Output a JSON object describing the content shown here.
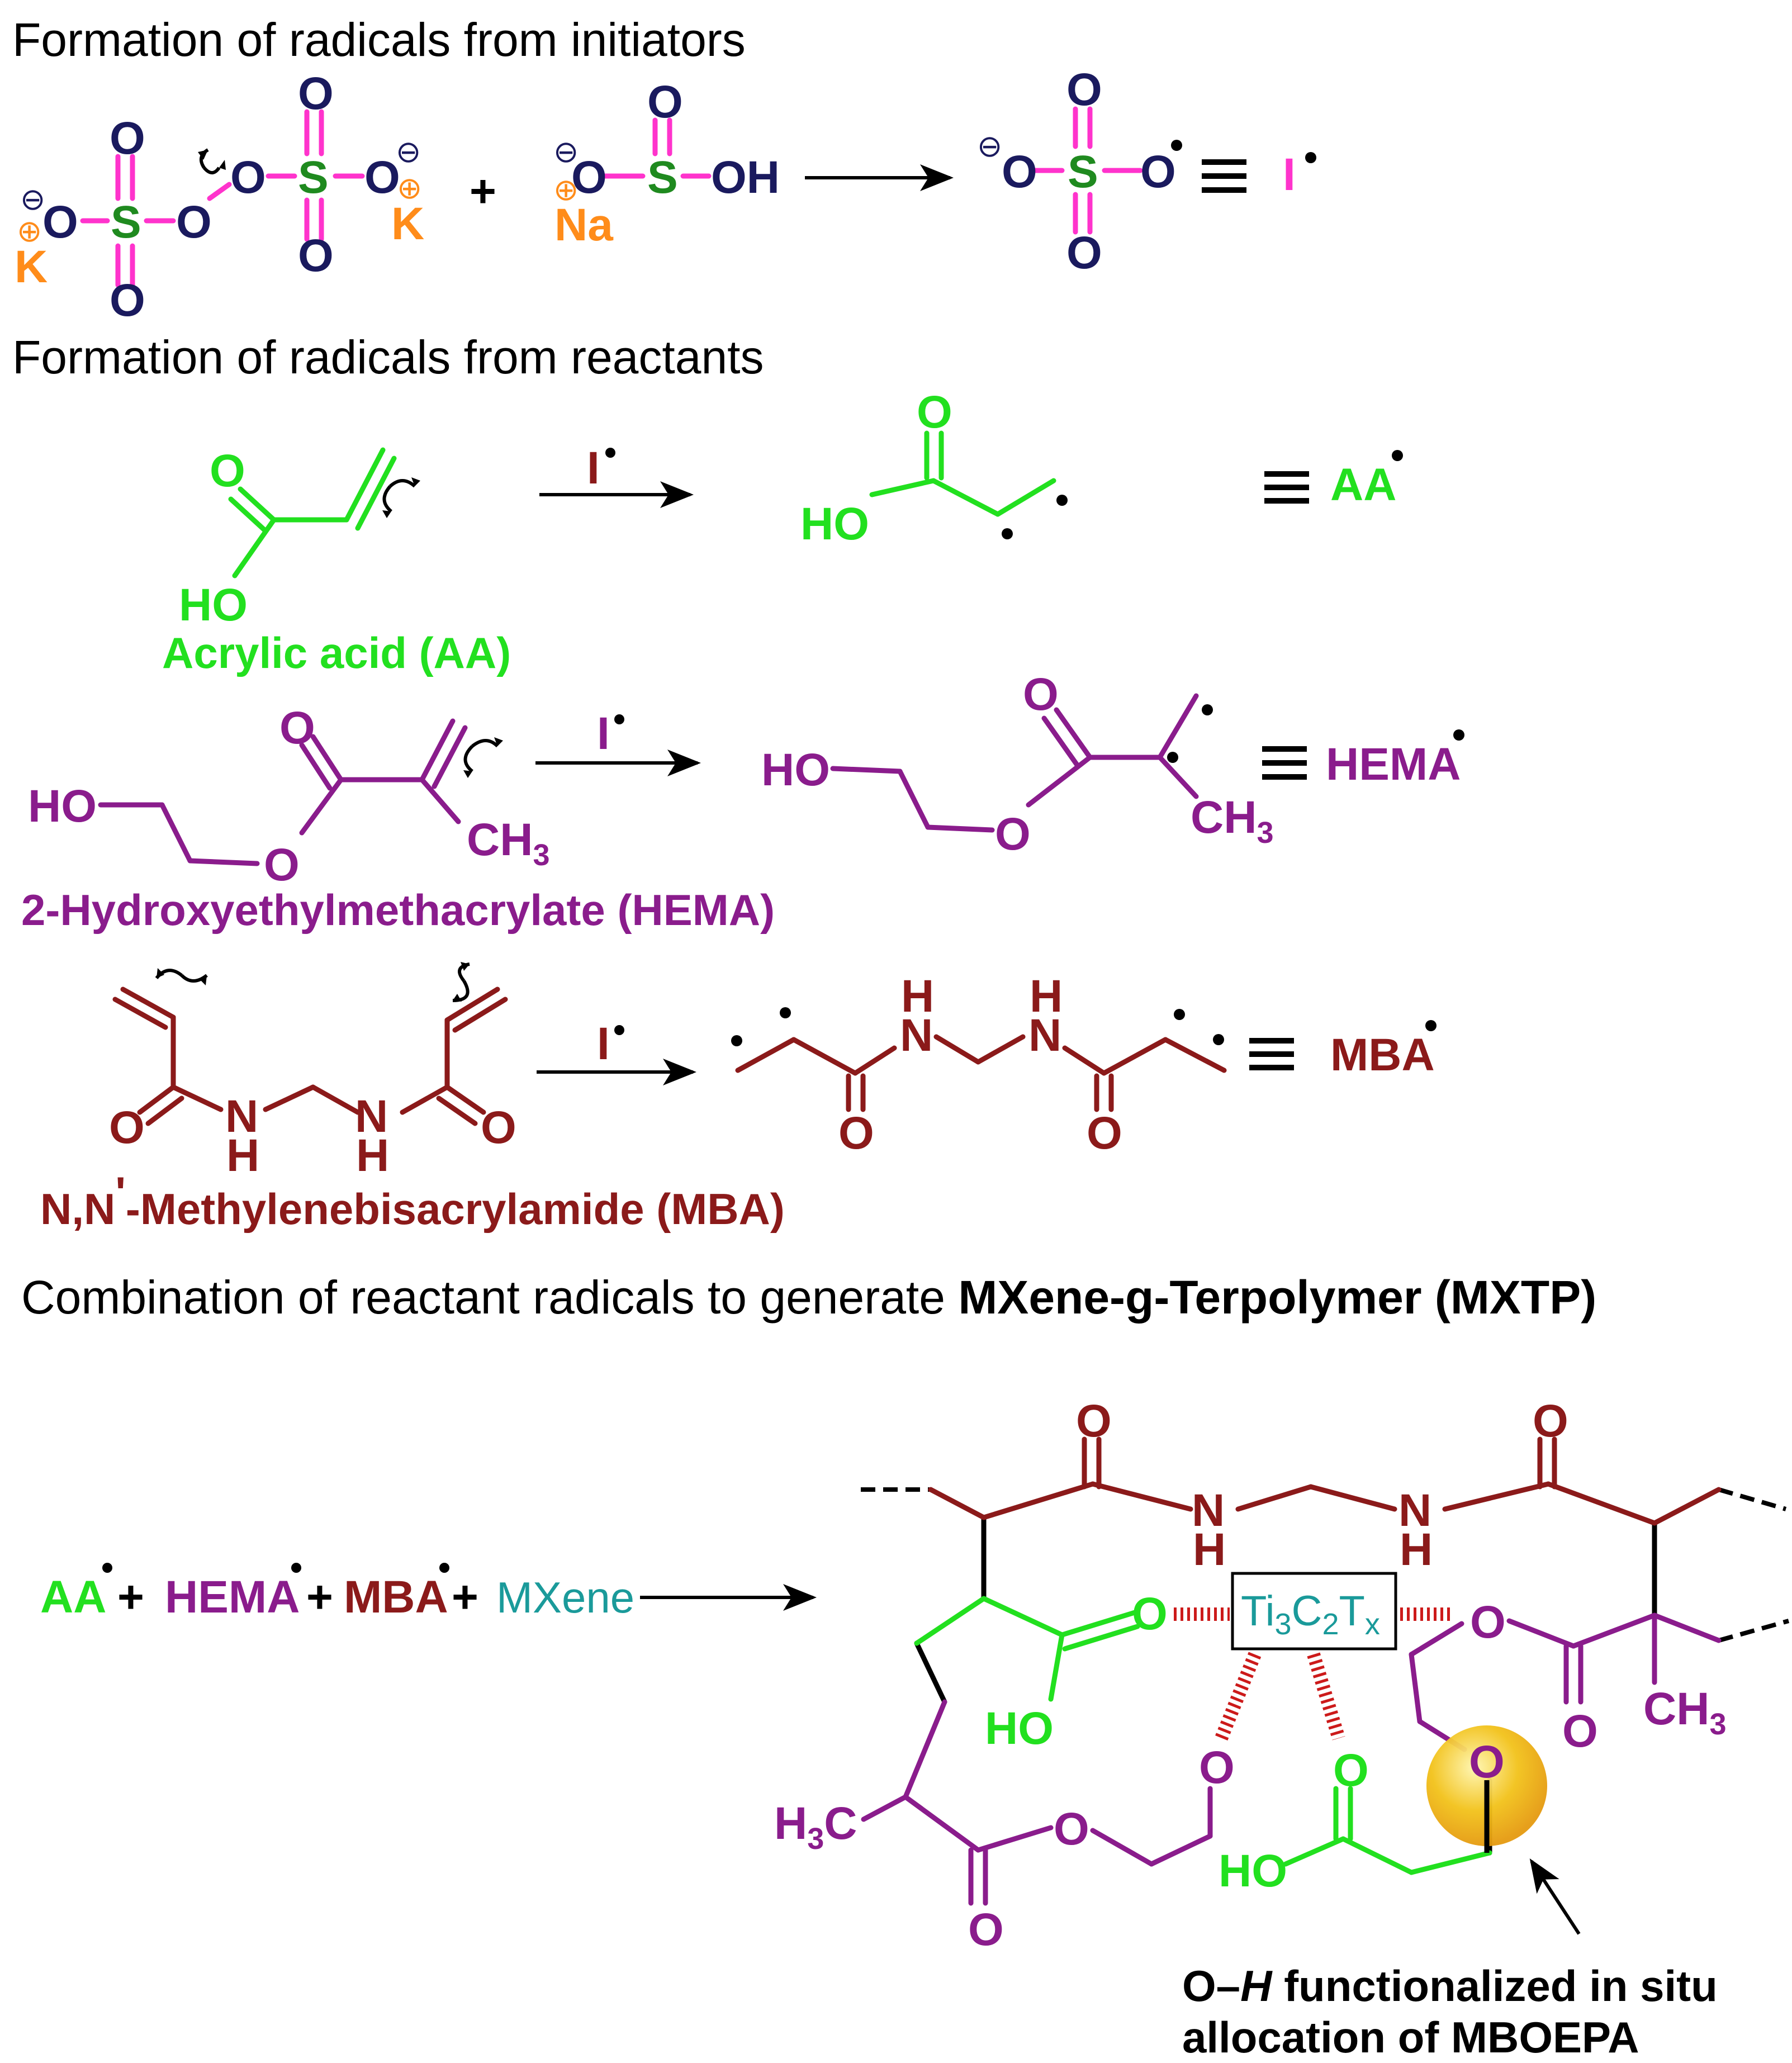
{
  "headings": {
    "initiators": "Formation of radicals from initiators",
    "reactants": "Formation of radicals from reactants",
    "combination_prefix": "Combination of reactant radicals to generate ",
    "combination_bold": "MXene-g-Terpolymer (MXTP)"
  },
  "atoms": {
    "oxygen": "O",
    "sulfur": "S",
    "hydroxyl": "OH",
    "hydroxyl_left": "HO",
    "potassium": "K",
    "sodium": "Na",
    "nitrogen": "N",
    "hydrogen": "H",
    "methyl": "CH",
    "methyl_left": "H",
    "carbon": "C",
    "three": "3",
    "minus": "⊖",
    "plus_charge": "⊕",
    "radical": "•",
    "plus_sign": "+",
    "equivalent": "≡",
    "initiator_symbol": "I"
  },
  "names": {
    "aa_full": "Acrylic acid (AA)",
    "hema_full": "2-Hydroxyethylmethacrylate (HEMA)",
    "mba_full_a": "N,N",
    "mba_full_prime": "'",
    "mba_full_b": "-Methylenebisacrylamide (MBA)"
  },
  "abbreviations": {
    "aa": "AA",
    "hema": "HEMA",
    "mba": "MBA",
    "mxene": "MXene"
  },
  "mxene_box": {
    "ti": "Ti",
    "three": "3",
    "c": "C",
    "two": "2",
    "t": "T",
    "x": "x"
  },
  "note": {
    "line1_a": "O–",
    "line1_b": "H",
    "line1_c": " functionalized in situ",
    "line2": "allocation of MBOEPA"
  },
  "colors": {
    "navy": "#1a1a5e",
    "sulfur_green": "#1f8a1f",
    "magenta": "#ff33cc",
    "orange": "#ff8c1a",
    "lime": "#22e01f",
    "purple": "#8a1c8c",
    "maroon": "#8b1a1a",
    "teal": "#1a9a9a",
    "black": "#000000",
    "hbond_red": "#cc1a1a",
    "glow": "#f2b21a"
  }
}
